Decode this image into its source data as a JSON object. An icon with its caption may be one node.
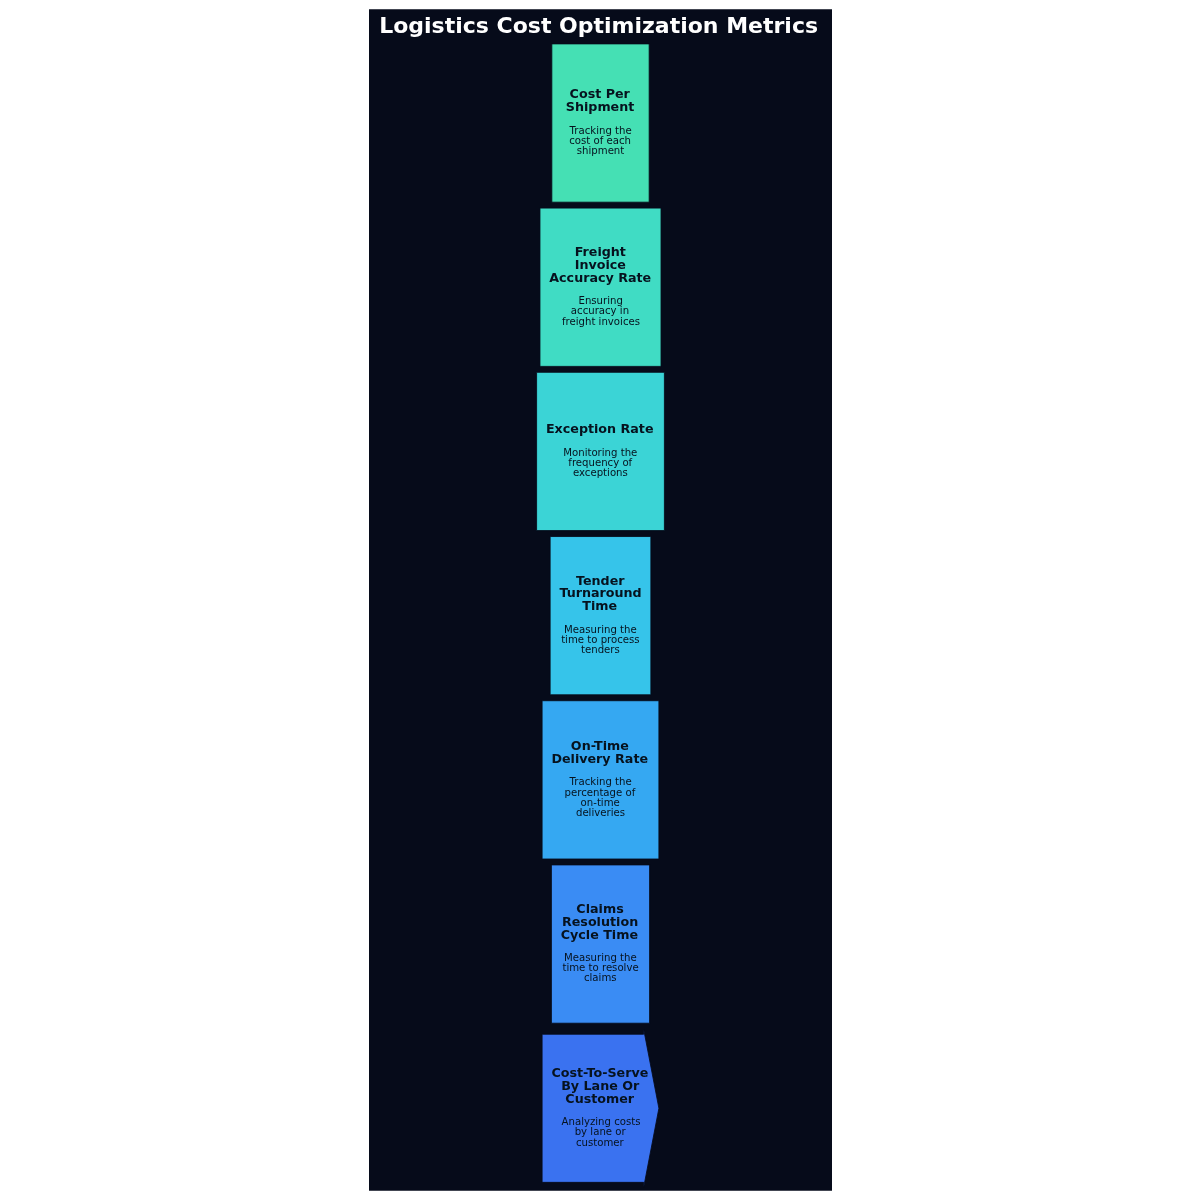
{
  "diagram": {
    "title": "Logistics Cost Optimization Metrics",
    "nodes": [
      {
        "text": [
          "Cost Per Shipment",
          "Tracking the cost of each shipment"
        ]
      },
      {
        "text": [
          "Freight Invoice Accuracy Rate",
          "Ensuring accuracy in freight invoices"
        ]
      },
      {
        "text": [
          "Exception Rate",
          "Monitoring the frequency of exceptions"
        ]
      },
      {
        "text": [
          "Tender Turnaround Time",
          "Measuring the time to process tenders"
        ]
      },
      {
        "text": [
          "On-Time Delivery Rate",
          "Tracking the percentage of on-time deliveries"
        ]
      },
      {
        "text": [
          "Claims Resolution Cycle Time",
          "Measuring the time to resolve claims"
        ]
      },
      {
        "text": [
          "Cost-To-Serve By Lane Or Customer",
          "Analyzing costs by lane or customer"
        ]
      }
    ],
    "edges": []
  }
}
